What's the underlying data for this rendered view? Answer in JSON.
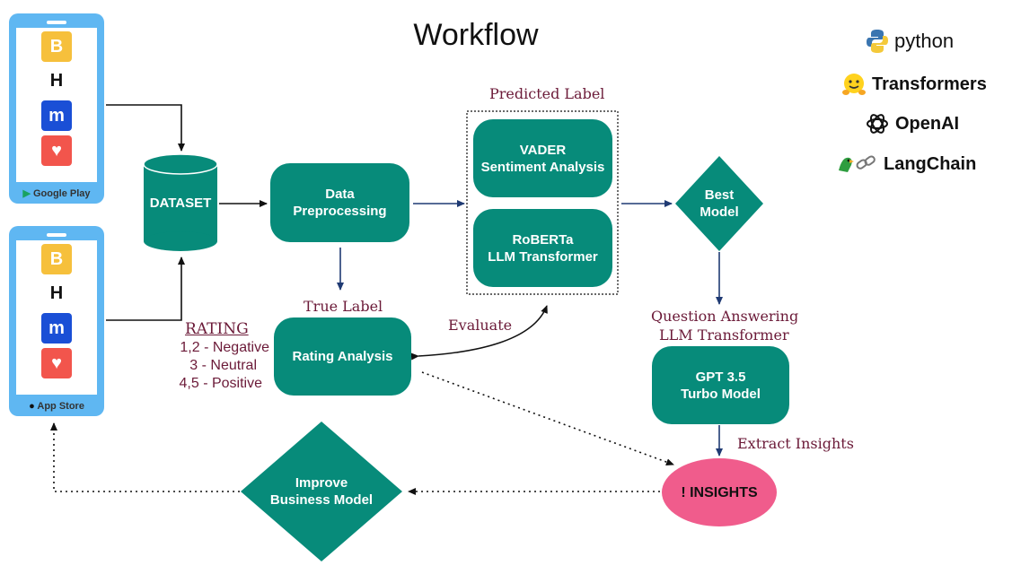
{
  "title": "Workflow",
  "app_logos": {
    "bumble": "B",
    "hinge": "H",
    "meetic": "m",
    "tinder": "♥",
    "bumble_icon": "bumble-icon",
    "hinge_icon": "hinge-icon",
    "meetic_icon": "meetic-icon",
    "tinder_icon": "tinder-icon"
  },
  "stores": {
    "google_play": "Google Play",
    "app_store": "App Store"
  },
  "nodes": {
    "dataset": "DATASET",
    "data_preprocessing": "Data\nPreprocessing",
    "vader": "VADER\nSentiment Analysis",
    "roberta": "RoBERTa\nLLM Transformer",
    "best_model": "Best\nModel",
    "rating_analysis": "Rating Analysis",
    "gpt": "GPT 3.5\nTurbo Model",
    "insights": "! INSIGHTS",
    "improve": "Improve\nBusiness Model"
  },
  "labels": {
    "predicted_label": "Predicted Label",
    "true_label": "True Label",
    "evaluate": "Evaluate",
    "qa_line1": "Question Answering",
    "qa_line2": "LLM Transformer",
    "extract_insights": "Extract Insights"
  },
  "rating": {
    "heading": "RATING",
    "negative": "1,2 - Negative",
    "neutral": "3 - Neutral",
    "positive": "4,5 - Positive"
  },
  "tech_stack": {
    "python": "python",
    "transformers": "Transformers",
    "openai": "OpenAI",
    "langchain": "LangChain",
    "python_icon": "python-icon",
    "huggingface_icon": "huggingface-icon",
    "openai_icon": "openai-icon",
    "langchain_icon": "langchain-icon"
  },
  "colors": {
    "teal": "#078b7a",
    "pink": "#f05c8c",
    "maroon": "#6b1a38",
    "arrow": "#1f3a73",
    "phone": "#5fb7f2"
  }
}
